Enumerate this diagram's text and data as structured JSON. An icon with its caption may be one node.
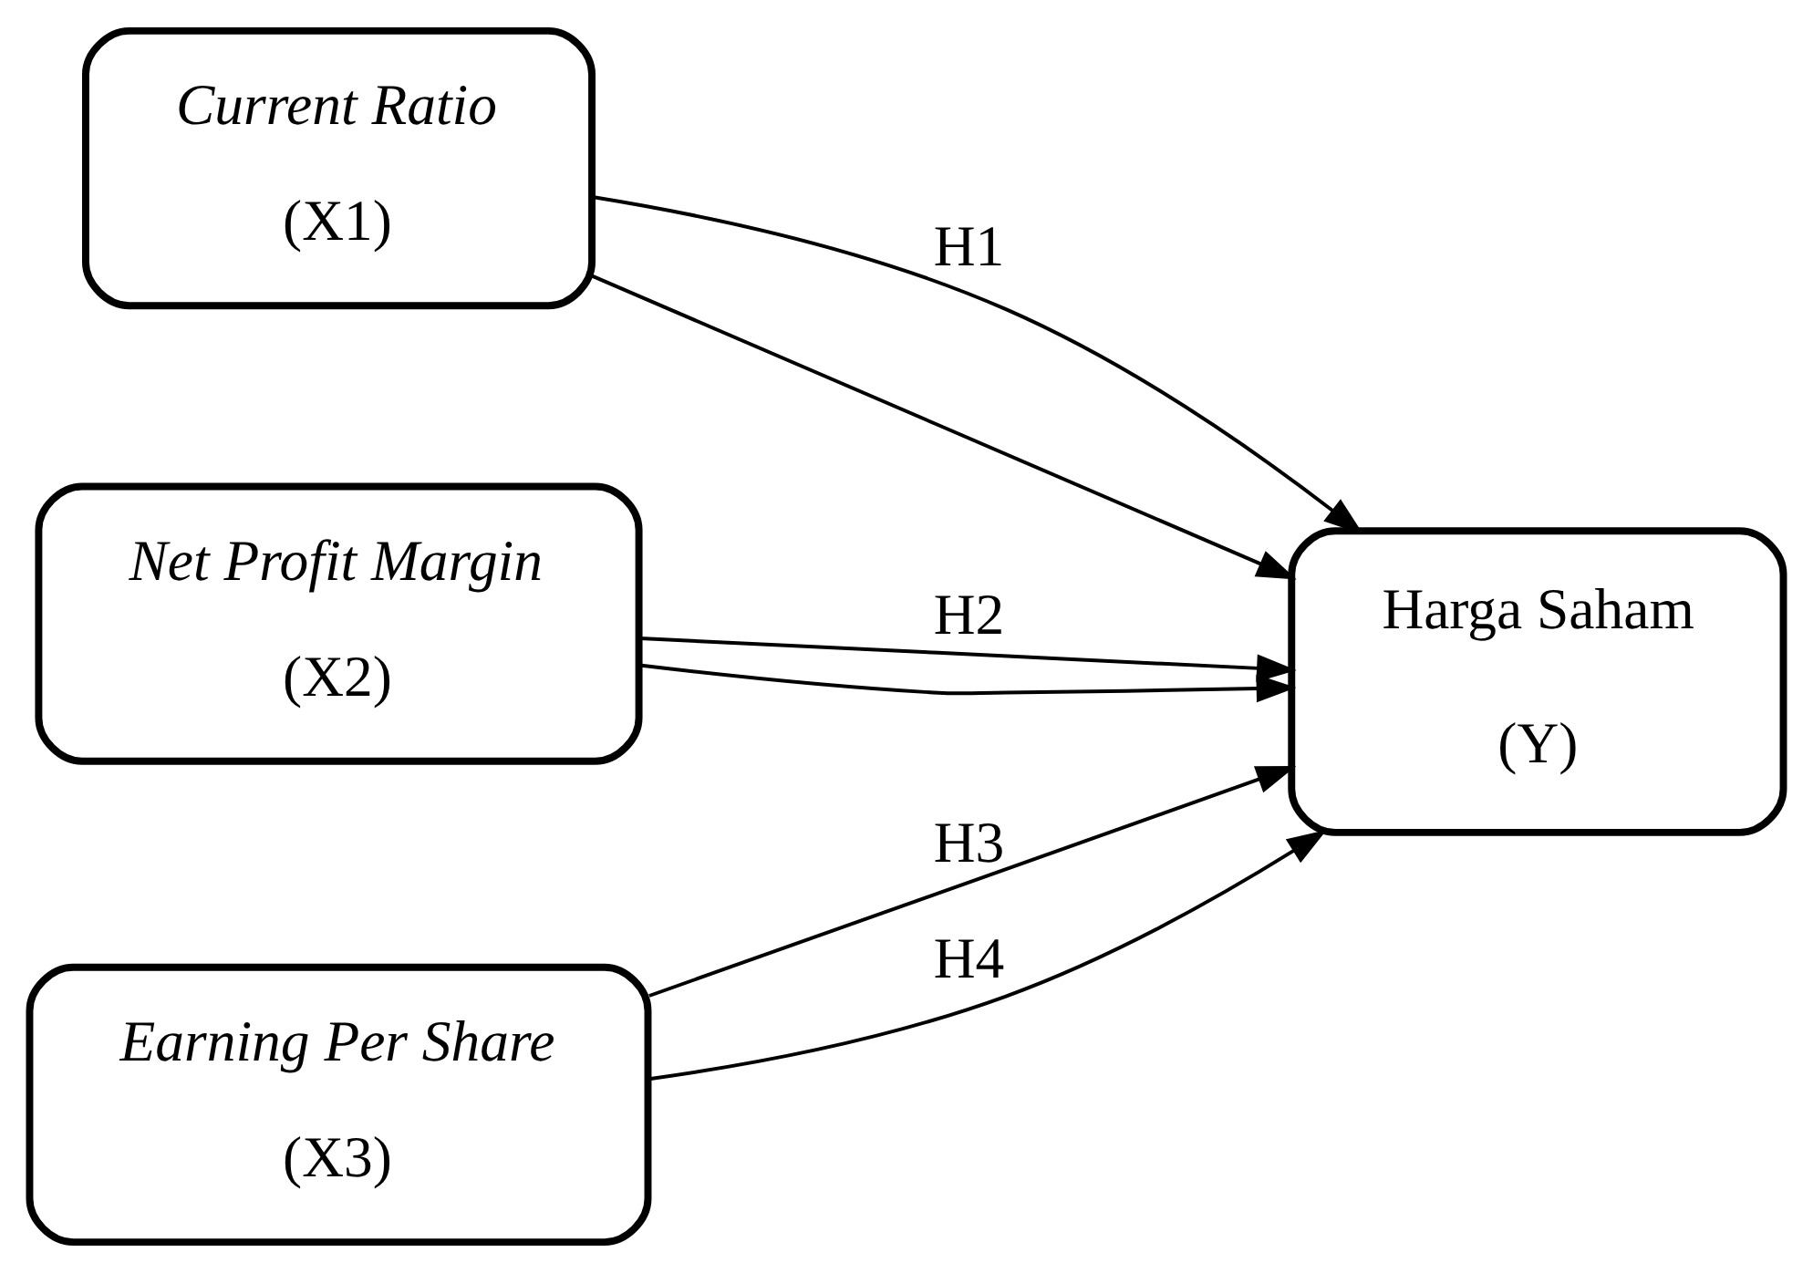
{
  "diagram": {
    "nodes": [
      {
        "text": [
          "Current Ratio",
          "(X1)"
        ]
      },
      {
        "text": [
          "Net Profit Margin",
          "(X2)"
        ]
      },
      {
        "text": [
          "Earning Per Share",
          "(X3)"
        ]
      },
      {
        "text": [
          "Harga Saham",
          "(Y)"
        ]
      }
    ],
    "edges": [
      {
        "from": 0,
        "to": 3,
        "arrow": "to",
        "label": "H1"
      },
      {
        "from": 1,
        "to": 3,
        "arrow": "to",
        "label": "H2"
      },
      {
        "from": 2,
        "to": 3,
        "arrow": "to",
        "label": "H3"
      },
      {
        "from": 0,
        "to": 3,
        "arrow": "to"
      },
      {
        "from": 1,
        "to": 3,
        "arrow": "to"
      },
      {
        "from": 2,
        "to": 3,
        "arrow": "to",
        "label": "H4"
      }
    ]
  }
}
